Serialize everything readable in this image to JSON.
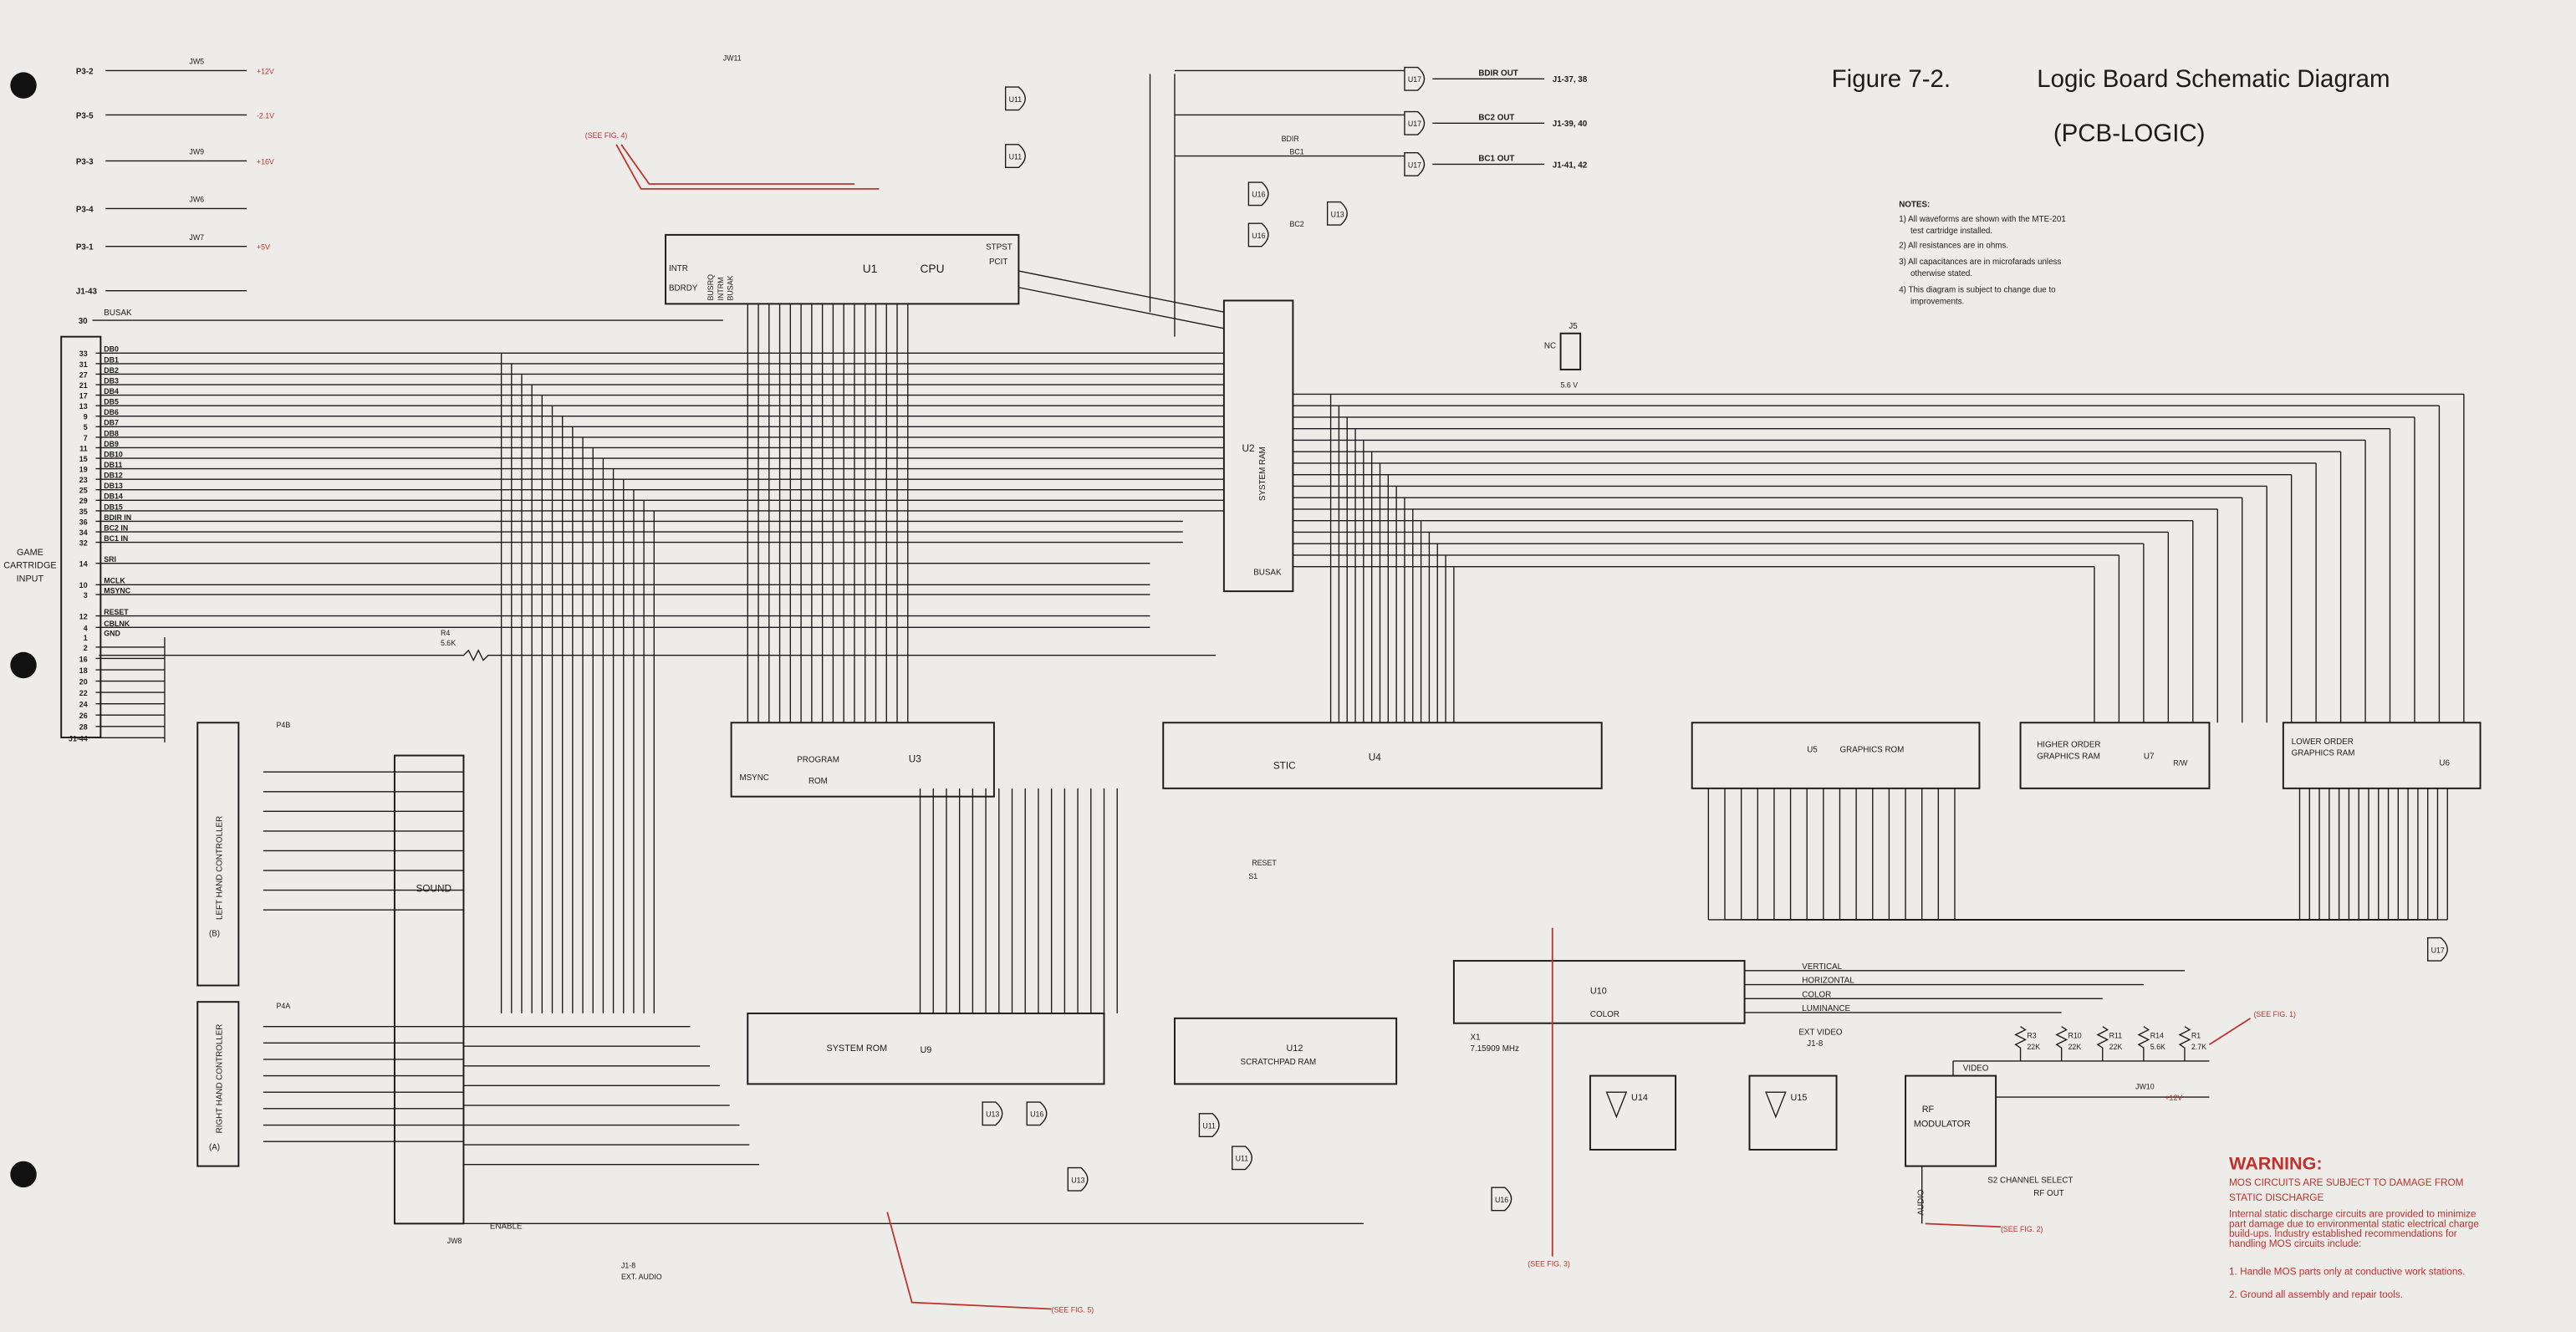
{
  "title": {
    "figure": "Figure 7-2.",
    "heading": "Logic Board Schematic Diagram",
    "subheading": "(PCB-LOGIC)"
  },
  "notes": {
    "heading": "NOTES:",
    "items": [
      "1) All waveforms are shown with the MTE-201",
      "test cartridge installed.",
      "2) All resistances are in ohms.",
      "3) All capacitances are in microfarads unless",
      "otherwise stated.",
      "4) This diagram is subject to change due to",
      "improvements."
    ]
  },
  "warning": {
    "heading": "WARNING:",
    "subhead": [
      "MOS CIRCUITS ARE SUBJECT TO DAMAGE FROM",
      "STATIC DISCHARGE"
    ],
    "body": [
      "Internal static discharge circuits are provided to minimize",
      "part damage due to environmental static electrical charge",
      "build-ups. Industry established recommendations for",
      "handling MOS circuits include:"
    ],
    "items": [
      "1. Handle MOS parts only at conductive work stations.",
      "2. Ground all assembly and repair tools."
    ]
  },
  "power": [
    {
      "pin": "P3-2",
      "jumper": "JW5",
      "rail": "+12V"
    },
    {
      "pin": "P3-5",
      "jumper": "",
      "rail": "-2.1V"
    },
    {
      "pin": "P3-3",
      "jumper": "JW9",
      "rail": "+16V"
    },
    {
      "pin": "P3-4",
      "jumper": "JW6",
      "rail": ""
    },
    {
      "pin": "P3-1",
      "jumper": "JW7",
      "rail": "+5V"
    },
    {
      "pin": "J1-43",
      "jumper": "",
      "rail": ""
    }
  ],
  "cartridge": {
    "label": [
      "GAME",
      "CARTRIDGE",
      "INPUT"
    ],
    "busak": {
      "pin": "30",
      "name": "BUSAK"
    },
    "signals": [
      {
        "pin": "33",
        "name": "DB0"
      },
      {
        "pin": "31",
        "name": "DB1"
      },
      {
        "pin": "27",
        "name": "DB2"
      },
      {
        "pin": "21",
        "name": "DB3"
      },
      {
        "pin": "17",
        "name": "DB4"
      },
      {
        "pin": "13",
        "name": "DB5"
      },
      {
        "pin": "9",
        "name": "DB6"
      },
      {
        "pin": "5",
        "name": "DB7"
      },
      {
        "pin": "7",
        "name": "DB8"
      },
      {
        "pin": "11",
        "name": "DB9"
      },
      {
        "pin": "15",
        "name": "DB10"
      },
      {
        "pin": "19",
        "name": "DB11"
      },
      {
        "pin": "23",
        "name": "DB12"
      },
      {
        "pin": "25",
        "name": "DB13"
      },
      {
        "pin": "29",
        "name": "DB14"
      },
      {
        "pin": "35",
        "name": "DB15"
      },
      {
        "pin": "36",
        "name": "BDIR IN"
      },
      {
        "pin": "34",
        "name": "BC2 IN"
      },
      {
        "pin": "32",
        "name": "BC1 IN"
      },
      {
        "pin": "14",
        "name": "SRI"
      },
      {
        "pin": "10",
        "name": "MCLK"
      },
      {
        "pin": "3",
        "name": "MSYNC"
      },
      {
        "pin": "12",
        "name": "RESET"
      },
      {
        "pin": "4",
        "name": "CBLNK"
      },
      {
        "pin": "1",
        "name": "GND"
      }
    ],
    "ground_pins": [
      "2",
      "16",
      "18",
      "20",
      "22",
      "24",
      "26",
      "28",
      "J1-44"
    ]
  },
  "chips": {
    "cpu": {
      "ref": "U1",
      "name": "CPU",
      "pins": [
        "INTR",
        "BDRDY",
        "BUSRQ",
        "INTRM",
        "BUSAK",
        "STPST",
        "PCIT"
      ]
    },
    "sysram": {
      "ref": "U2",
      "name": "SYSTEM RAM",
      "pin": "BUSAK"
    },
    "progrom": {
      "ref": "U3",
      "name": [
        "PROGRAM",
        "ROM"
      ],
      "pin": "MSYNC"
    },
    "stic": {
      "ref": "U4",
      "name": "STIC"
    },
    "grom": {
      "ref": "U5",
      "name": "GRAPHICS ROM"
    },
    "lgram": {
      "ref": "U6",
      "name": [
        "LOWER ORDER",
        "GRAPHICS RAM"
      ]
    },
    "hgram": {
      "ref": "U7",
      "name": [
        "HIGHER ORDER",
        "GRAPHICS RAM"
      ],
      "pin": "R/W"
    },
    "sound": {
      "name": "SOUND"
    },
    "sysrom": {
      "ref": "U9",
      "name": "SYSTEM ROM"
    },
    "color": {
      "ref": "U10",
      "name": "COLOR"
    },
    "scratch": {
      "ref": "U12",
      "name": "SCRATCHPAD RAM"
    },
    "u14": {
      "ref": "U14"
    },
    "u15": {
      "ref": "U15"
    },
    "rfmod": {
      "name": [
        "RF",
        "MODULATOR"
      ]
    }
  },
  "gates": {
    "u11": "U11",
    "u13": "U13",
    "u16": "U16",
    "u17": "U17"
  },
  "outputs": [
    {
      "signal": "BDIR OUT",
      "pins": "J1-37, 38"
    },
    {
      "signal": "BC2 OUT",
      "pins": "J1-39, 40"
    },
    {
      "signal": "BC1 OUT",
      "pins": "J1-41, 42"
    }
  ],
  "bus_labels": {
    "bdir": "BDIR",
    "bc2": "BC2",
    "bc1": "BC1"
  },
  "controllers": {
    "left": {
      "name": "LEFT HAND CONTROLLER",
      "tag": "(B)",
      "conn": "P4B"
    },
    "right": {
      "name": "RIGHT HAND CONTROLLER",
      "tag": "(A)",
      "conn": "P4A"
    }
  },
  "video_signals": [
    "VERTICAL",
    "HORIZONTAL",
    "COLOR",
    "LUMINANCE"
  ],
  "resistors": [
    {
      "ref": "R3",
      "value": "22K"
    },
    {
      "ref": "R10",
      "value": "22K"
    },
    {
      "ref": "R11",
      "value": "22K"
    },
    {
      "ref": "R14",
      "value": "5.6K"
    },
    {
      "ref": "R1",
      "value": "2.7K"
    }
  ],
  "misc": {
    "r4": "R4",
    "r4v": "5.6K",
    "crystal": "X1",
    "crystal_freq": "7.15909 MHz",
    "ext_video": "EXT VIDEO",
    "ext_video_pin": "J1-8",
    "video": "VIDEO",
    "audio": "AUDIO",
    "channel_select": "S2 CHANNEL SELECT",
    "rf_out": "RF OUT",
    "enable": "ENABLE",
    "ext_audio_pin": "J1-8",
    "ext_audio": "EXT. AUDIO",
    "reset_switch": "S1",
    "reset": "RESET",
    "j5": "J5",
    "nc": "NC",
    "j5v": "5.6 V",
    "jw10": "JW10",
    "jw11": "JW11",
    "jw8": "JW8",
    "rail_plus12": "+12V",
    "rail_minus21": "-2.1V",
    "rail_plus5": "+5V",
    "rail_plus16": "+16V"
  },
  "references": {
    "fig1": "(SEE FIG. 1)",
    "fig2": "(SEE FIG. 2)",
    "fig3": "(SEE FIG. 3)",
    "fig4": "(SEE FIG. 4)",
    "fig5": "(SEE FIG. 5)"
  }
}
